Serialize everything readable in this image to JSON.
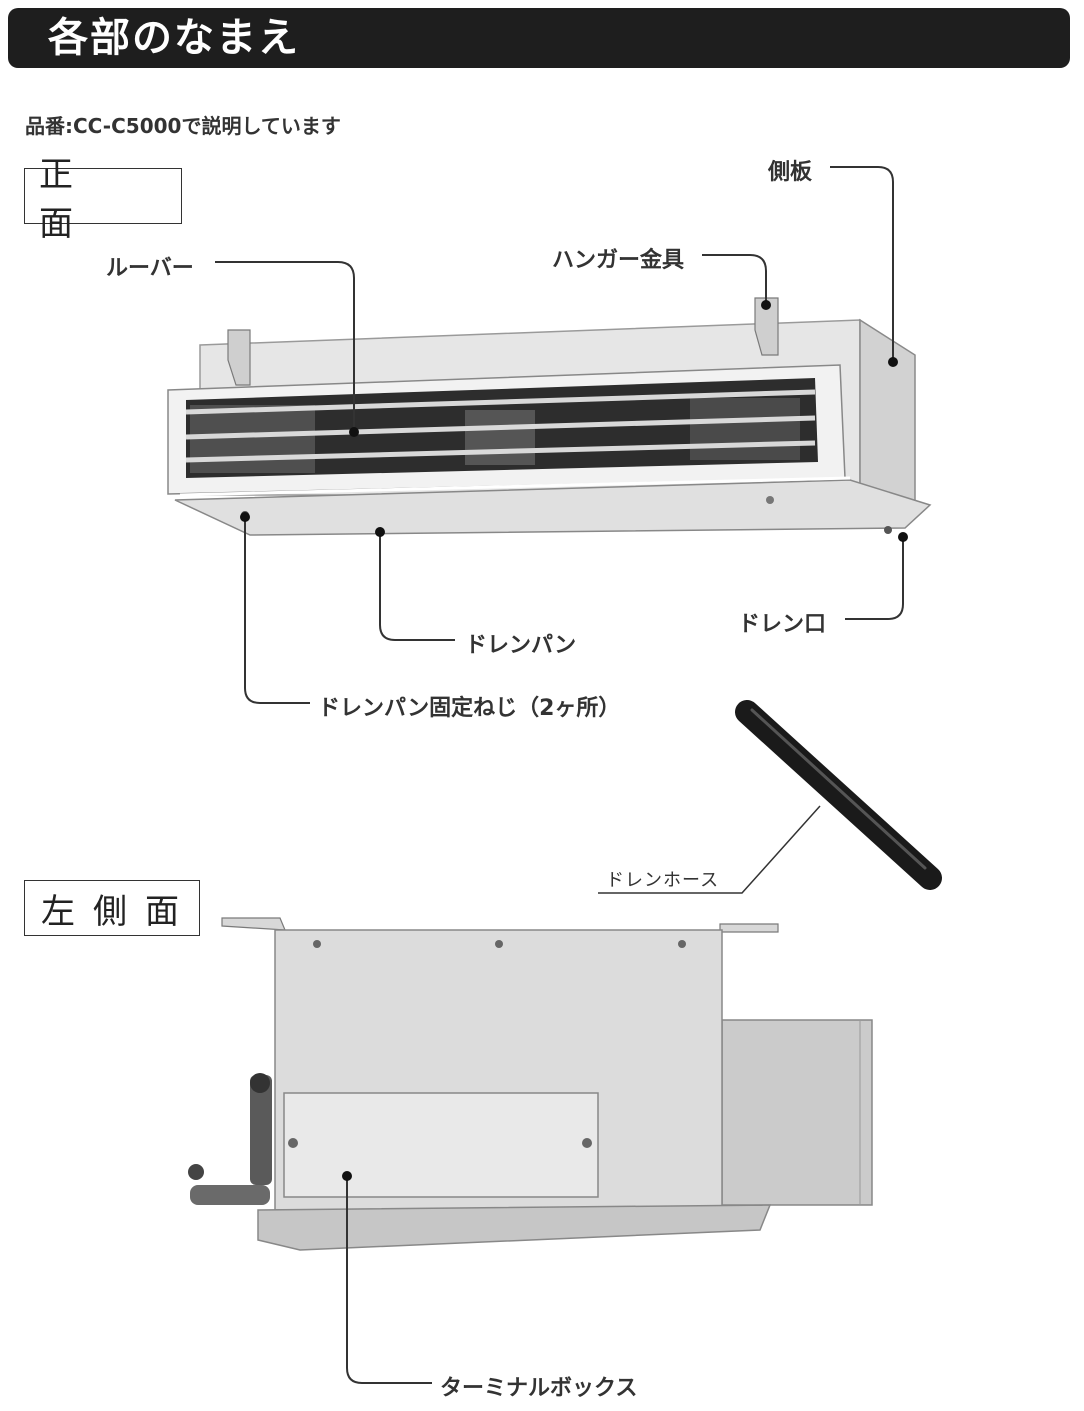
{
  "header": {
    "title": "各部のなまえ"
  },
  "model_note": "品番:CC-C5000で説明しています",
  "sections": {
    "front": "正　面",
    "left_side": "左側面"
  },
  "callouts": {
    "side_panel": "側板",
    "hanger": "ハンガー金具",
    "louver": "ルーバー",
    "drain_pan": "ドレンパン",
    "drain_port": "ドレン口",
    "drain_pan_screw": "ドレンパン固定ねじ（2ヶ所）",
    "drain_hose": "ドレンホース",
    "terminal_box": "ターミナルボックス"
  }
}
